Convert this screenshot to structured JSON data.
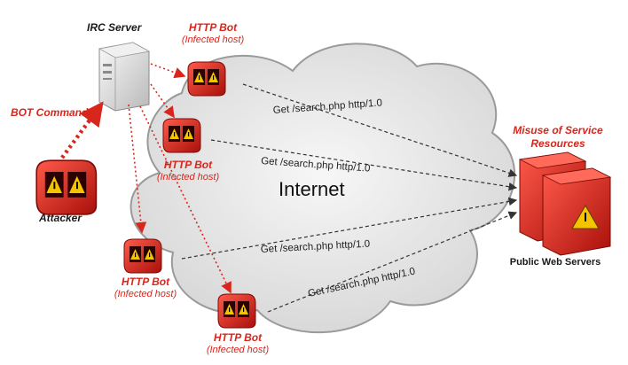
{
  "irc_server": {
    "label": "IRC Server"
  },
  "bot_command": "BOT Command",
  "attacker": {
    "label": "Attacker"
  },
  "internet": "Internet",
  "bots": [
    {
      "title": "HTTP Bot",
      "subtitle": "(Infected host)"
    },
    {
      "title": "HTTP Bot",
      "subtitle": "(Infected host)"
    },
    {
      "title": "HTTP Bot",
      "subtitle": "(Infected host)"
    },
    {
      "title": "HTTP Bot",
      "subtitle": "(Infected host)"
    }
  ],
  "requests": [
    "Get /search.php http/1.0",
    "Get /search.php http/1.0",
    "Get /search.php http/1.0",
    "Get /search.php http/1.0"
  ],
  "misuse": {
    "line1": "Misuse of Service",
    "line2": "Resources"
  },
  "web_servers": {
    "label": "Public Web Servers"
  },
  "colors": {
    "accent_red": "#d9261c",
    "cloud_fill": "#e6e6e6",
    "cloud_stroke": "#9a9a9a"
  }
}
